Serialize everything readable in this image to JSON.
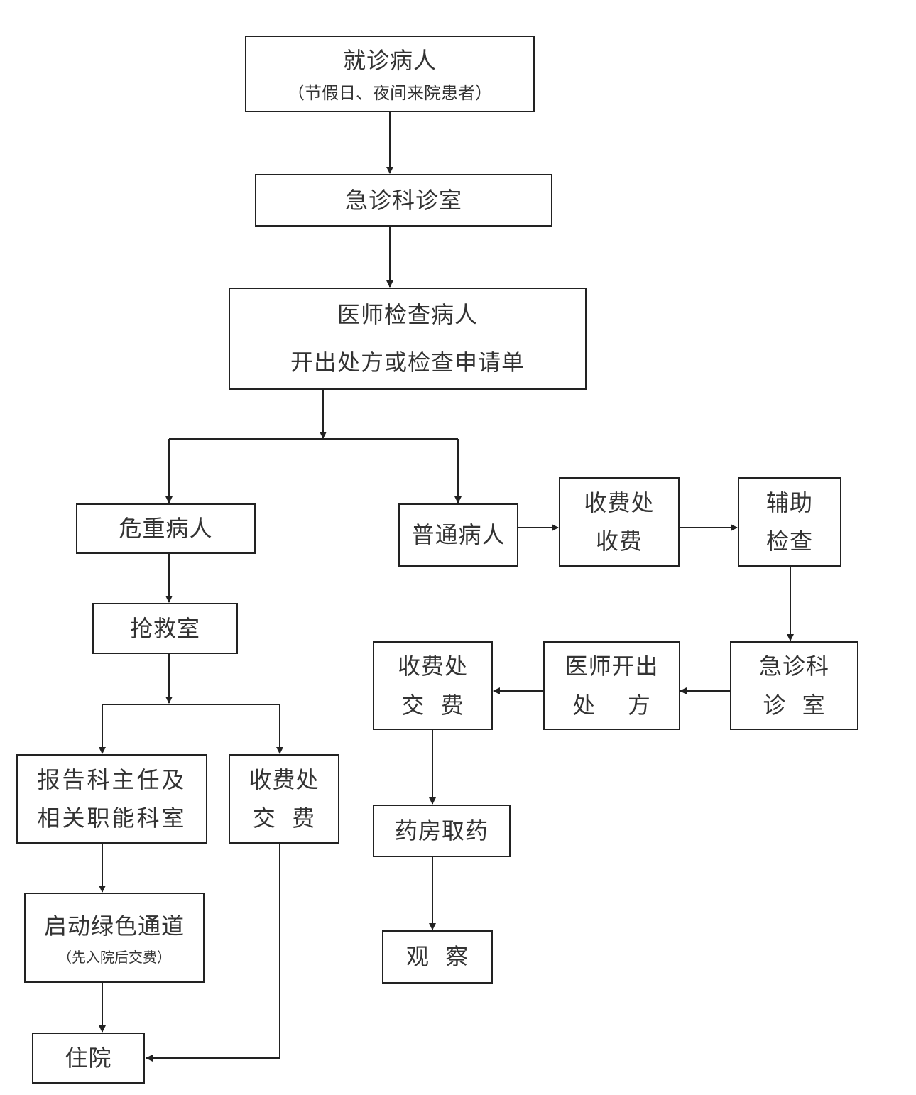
{
  "nodes": {
    "patient": {
      "title": "就诊病人",
      "note": "（节假日、夜间来院患者）"
    },
    "er_office": {
      "title": "急诊科诊室"
    },
    "doctor_exam": {
      "line1": "医师检查病人",
      "line2": "开出处方或检查申请单"
    },
    "critical": {
      "title": "危重病人"
    },
    "rescue": {
      "title": "抢救室"
    },
    "report": {
      "line1": "报告科主任及",
      "line2": "相关职能科室"
    },
    "pay_critical": {
      "line1": "收费处",
      "line2": "交  费"
    },
    "green_channel": {
      "title": "启动绿色通道",
      "note": "（先入院后交费）"
    },
    "admit": {
      "title": "住院"
    },
    "ordinary": {
      "title": "普通病人"
    },
    "cashier_fee": {
      "line1": "收费处",
      "line2": "收费"
    },
    "aux_exam": {
      "line1": "辅助",
      "line2": "检查"
    },
    "er_office2": {
      "line1": "急诊科",
      "line2": "诊  室"
    },
    "prescribe": {
      "line1": "医师开出",
      "line2": "处    方"
    },
    "pay_ordinary": {
      "line1": "收费处",
      "line2": "交  费"
    },
    "pharmacy": {
      "title": "药房取药"
    },
    "observe": {
      "title": "观  察"
    }
  },
  "colors": {
    "border": "#222222",
    "text": "#333333",
    "arrow": "#222222"
  }
}
